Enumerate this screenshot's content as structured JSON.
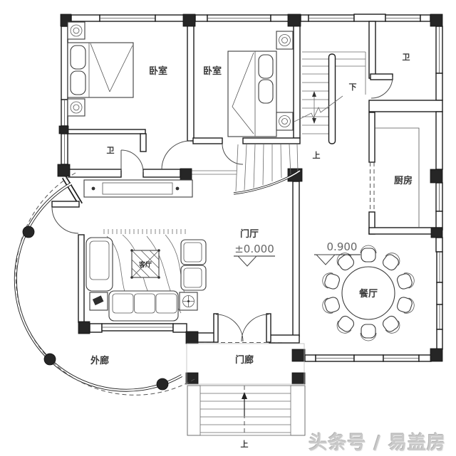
{
  "labels": {
    "bedroom1": "卧室",
    "bedroom2": "卧室",
    "bath1": "卫",
    "bath2": "卫",
    "kitchen": "厨房",
    "foyer": "门厅",
    "foyer_elev": "±0.000",
    "dining": "餐厅",
    "dining_elev": "0.900",
    "living": "客厅",
    "veranda": "外廊",
    "porch": "门廊",
    "stair_up": "上",
    "stair_down": "下",
    "entry_up": "上"
  },
  "watermark": "头条号 / 易盖房",
  "colors": {
    "line": "#1c1c1c",
    "column": "#262626",
    "watermark": "#c9c9c9",
    "background": "#ffffff"
  }
}
